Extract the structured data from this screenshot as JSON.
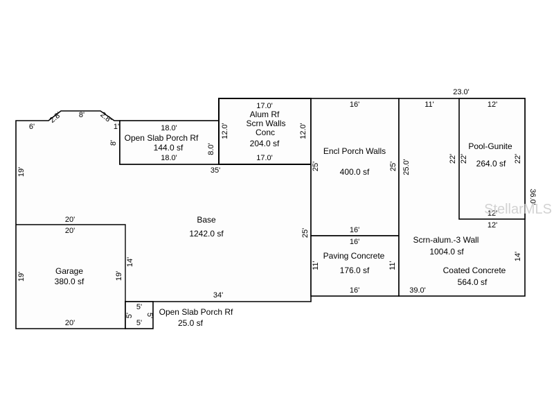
{
  "areas": {
    "base": {
      "name": "Base",
      "sf": "1242.0 sf"
    },
    "garage": {
      "name": "Garage",
      "sf": "380.0 sf"
    },
    "open_slab_porch_rf_top": {
      "name": "Open Slab Porch Rf",
      "sf": "144.0 sf"
    },
    "alum_rf": {
      "line1": "Alum Rf",
      "line2": "Scrn Walls",
      "line3": "Conc",
      "sf": "204.0 sf"
    },
    "encl_porch": {
      "name": "Encl Porch Walls",
      "sf": "400.0 sf"
    },
    "paving_concrete": {
      "name": "Paving Concrete",
      "sf": "176.0 sf"
    },
    "scrn_alum": {
      "name": "Scrn-alum.-3 Wall",
      "sf": "1004.0 sf"
    },
    "pool": {
      "name": "Pool-Gunite",
      "sf": "264.0 sf"
    },
    "coated_concrete": {
      "name": "Coated Concrete",
      "sf": "564.0 sf"
    },
    "open_slab_porch_rf_bottom": {
      "name": "Open Slab Porch Rf",
      "sf": "25.0 sf"
    }
  },
  "dims": {
    "top_left_6": "6'",
    "angle_a": "2.8'",
    "top_8": "8'",
    "angle_b": "2.8'",
    "one": "1'",
    "left_8": "8'",
    "porch_top_18": "18.0'",
    "porch_bottom_18": "18.0'",
    "porch_right_8": "8.0'",
    "alum_top_17": "17.0'",
    "alum_left_12": "12.0'",
    "alum_right_12": "12.0'",
    "alum_bottom_17": "17.0'",
    "base_35": "35'",
    "left_19_top": "19'",
    "garage_top_20a": "20'",
    "garage_top_20b": "20'",
    "garage_left_19": "19'",
    "garage_right_19": "19'",
    "garage_bottom_20": "20'",
    "base_14": "14'",
    "base_bottom_34": "34'",
    "base_right_25a": "25'",
    "base_right_25b": "25'",
    "encl_top_16": "16'",
    "encl_right_25": "25'",
    "encl_bottom_16": "16'",
    "paving_top_16": "16'",
    "paving_left_11": "11'",
    "paving_right_11": "11'",
    "paving_bottom_16": "16'",
    "scrn_top_23": "23.0'",
    "scrn_top_11": "11'",
    "scrn_left_25": "25.0'",
    "scrn_22": "22'",
    "pool_top_12": "12'",
    "pool_left_22": "22'",
    "pool_right_22": "22'",
    "pool_bottom_12": "12'",
    "scrn_12": "12'",
    "right_36": "36.0'",
    "right_14": "14'",
    "bottom_39": "39.0'",
    "small_5a": "5'",
    "small_5b": "5'",
    "small_5c": "5'",
    "small_5d": "5'"
  },
  "watermark": "StellarMLS"
}
